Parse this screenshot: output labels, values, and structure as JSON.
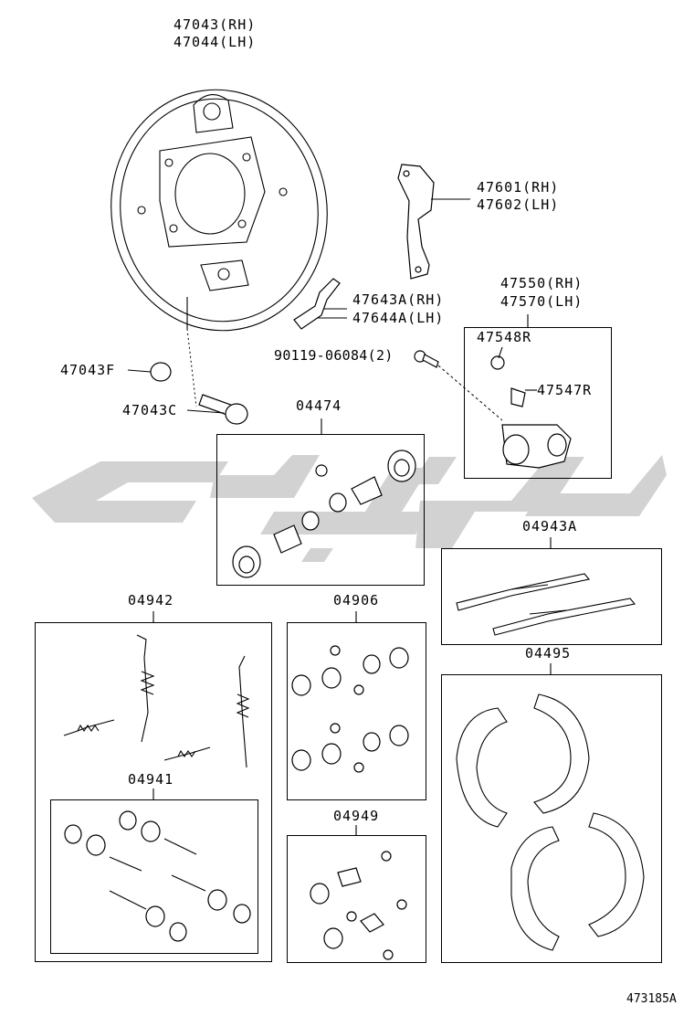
{
  "labels": {
    "backing_plate_rh": "47043(RH)",
    "backing_plate_lh": "47044(LH)",
    "lever_rh": "47601(RH)",
    "lever_lh": "47602(LH)",
    "strut_rh": "47643A(RH)",
    "strut_lh": "47644A(LH)",
    "wheel_cyl_rh": "47550(RH)",
    "wheel_cyl_lh": "47570(LH)",
    "cap": "47548R",
    "bleeder": "47547R",
    "bolt": "90119-06084(2)",
    "plug": "47043F",
    "pin": "47043C",
    "cyl_kit": "04474",
    "adjuster_kit": "04943A",
    "spring_kit": "04942",
    "hold_kit": "04941",
    "boot_kit": "04906",
    "shoe_set": "04495",
    "small_kit": "04949",
    "figure_id": "473185A"
  },
  "watermark": {
    "color": "#d2d2d2"
  }
}
